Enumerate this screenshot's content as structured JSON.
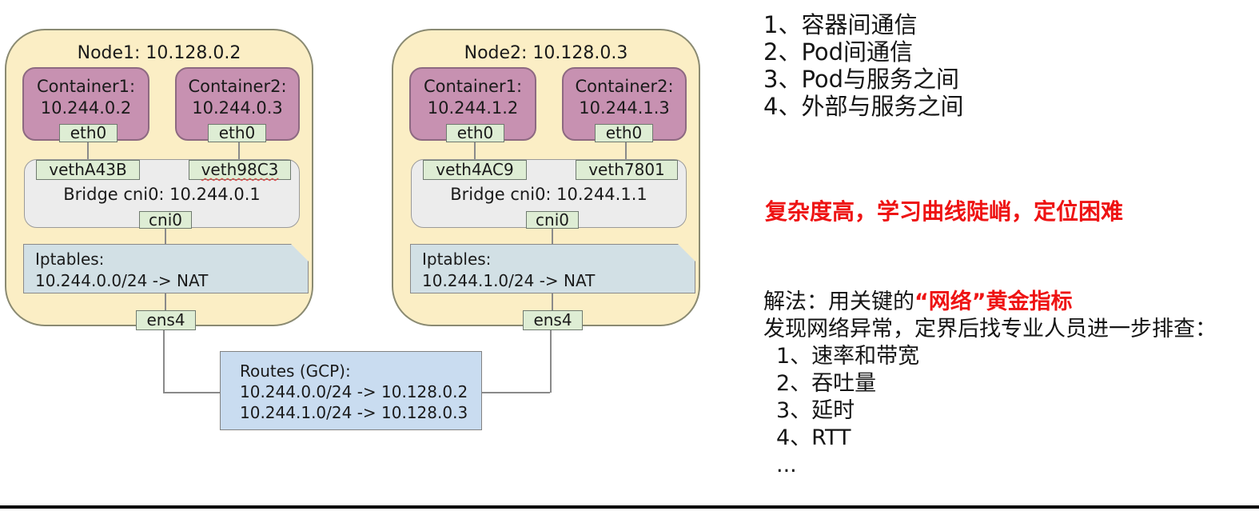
{
  "nodes": [
    {
      "title": "Node1: 10.128.0.2",
      "containers": [
        {
          "name": "Container1:",
          "ip": "10.244.0.2",
          "iface": "eth0",
          "veth": "vethA43B"
        },
        {
          "name": "Container2:",
          "ip": "10.244.0.3",
          "iface": "eth0",
          "veth": "veth98C3"
        }
      ],
      "bridge": {
        "label": "Bridge cni0: 10.244.0.1",
        "iface": "cni0"
      },
      "iptables": {
        "title": "Iptables:",
        "rule": "10.244.0.0/24 -> NAT"
      },
      "nic": "ens4"
    },
    {
      "title": "Node2: 10.128.0.3",
      "containers": [
        {
          "name": "Container1:",
          "ip": "10.244.1.2",
          "iface": "eth0",
          "veth": "veth4AC9"
        },
        {
          "name": "Container2:",
          "ip": "10.244.1.3",
          "iface": "eth0",
          "veth": "veth7801"
        }
      ],
      "bridge": {
        "label": "Bridge cni0: 10.244.1.1",
        "iface": "cni0"
      },
      "iptables": {
        "title": "Iptables:",
        "rule": "10.244.1.0/24 -> NAT"
      },
      "nic": "ens4"
    }
  ],
  "routes": {
    "title": "Routes (GCP):",
    "entries": [
      "10.244.0.0/24 -> 10.128.0.2",
      "10.244.1.0/24 -> 10.128.0.3"
    ]
  },
  "notes": {
    "scenarios": [
      "1、容器间通信",
      "2、Pod间通信",
      "3、Pod与服务之间",
      "4、外部与服务之间"
    ],
    "problem": "复杂度高，学习曲线陡峭，定位困难",
    "solution_prefix": "解法：用关键的",
    "solution_highlight": "“网络”黄金指标",
    "solution_line2": "发现网络异常，定界后找专业人员进一步排查：",
    "metrics": [
      "1、速率和带宽",
      "2、吞吐量",
      "3、延时",
      "4、RTT",
      "..."
    ]
  },
  "colors": {
    "node_fill": "#FBEEC5",
    "container_fill": "#C791B1",
    "tag_fill": "#DEEDD4",
    "bridge_fill": "#ECECEC",
    "iptables_fill": "#D2E0E5",
    "routes_fill": "#C9DCF0",
    "highlight_red": "#EE1313"
  }
}
